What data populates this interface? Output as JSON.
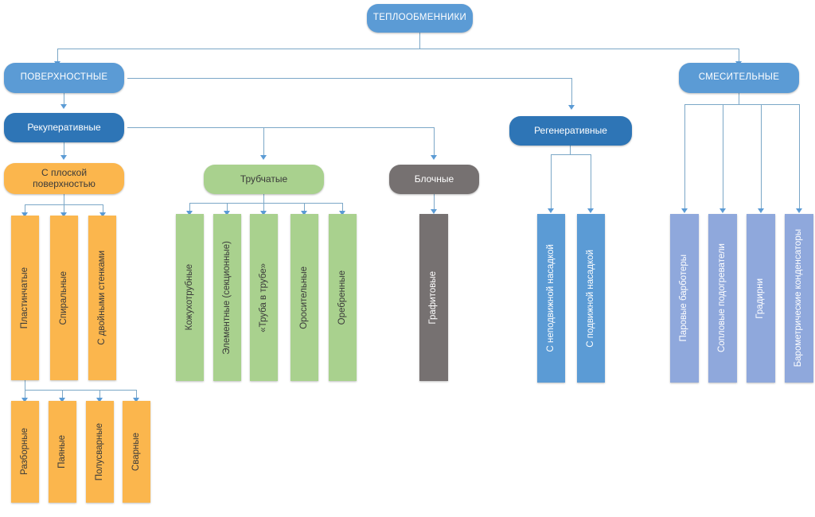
{
  "diagram": {
    "title": "ТЕПЛООБМЕННИКИ",
    "root": {
      "label": "ТЕПЛООБМЕННИКИ"
    },
    "level2": [
      {
        "label": "ПОВЕРХНОСТНЫЕ"
      },
      {
        "label": "СМЕСИТЕЛЬНЫЕ"
      }
    ],
    "level3": [
      {
        "label": "Рекуперативные"
      },
      {
        "label": "Регенеративные"
      }
    ],
    "level4": [
      {
        "label": "С плоской поверхностью"
      },
      {
        "label": "Трубчатые"
      },
      {
        "label": "Блочные"
      }
    ],
    "flat_surface_children": [
      {
        "label": "Пластинчатые"
      },
      {
        "label": "Спиральные"
      },
      {
        "label": "С двойными стенками"
      }
    ],
    "plate_children": [
      {
        "label": "Разборные"
      },
      {
        "label": "Паяные"
      },
      {
        "label": "Полусварные"
      },
      {
        "label": "Сварные"
      }
    ],
    "tubular_children": [
      {
        "label": "Кожухотрубные"
      },
      {
        "label": "Элементные (секционные)"
      },
      {
        "label": "«Труба в трубе»"
      },
      {
        "label": "Оросительные"
      },
      {
        "label": "Оребренные"
      }
    ],
    "block_children": [
      {
        "label": "Графитовые"
      }
    ],
    "regenerative_children": [
      {
        "label": "С неподвижной насадкой"
      },
      {
        "label": "С подвижной насадкой"
      }
    ],
    "mixing_children": [
      {
        "label": "Паровые барботеры"
      },
      {
        "label": "Сопловые подогреватели"
      },
      {
        "label": "Градирни"
      },
      {
        "label": "Барометрические конденсаторы"
      }
    ],
    "colors": {
      "root_blue": "#5B9BD5",
      "dark_blue": "#2E75B6",
      "orange": "#FBB64D",
      "green": "#A9D18E",
      "gray": "#767171",
      "lavender": "#8FA8DC",
      "connector": "#7BA7C7"
    }
  }
}
